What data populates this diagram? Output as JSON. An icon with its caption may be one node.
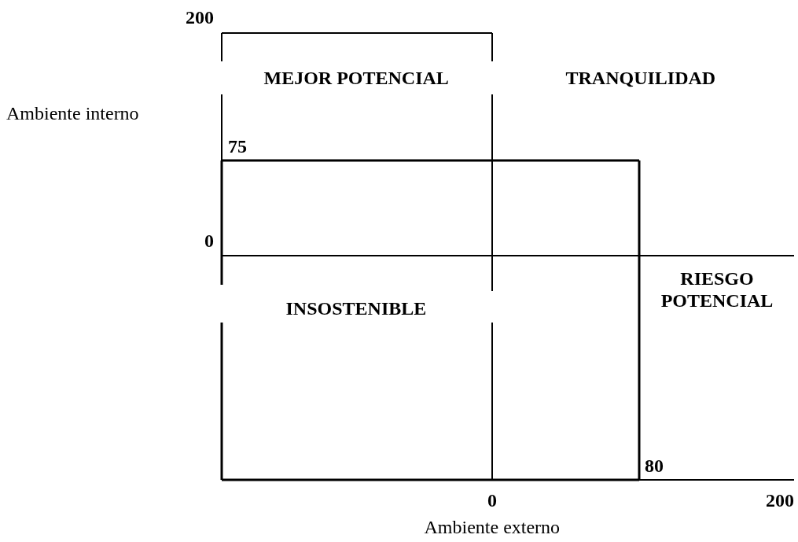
{
  "diagram": {
    "labels": [
      "200",
      "MEJOR POTENCIAL",
      "TRANQUILIDAD",
      "Ambiente interno",
      "75",
      "0",
      "RIESGO POTENCIAL",
      "INSOSTENIBLE",
      "80",
      "0",
      "200",
      "Ambiente externo"
    ]
  }
}
